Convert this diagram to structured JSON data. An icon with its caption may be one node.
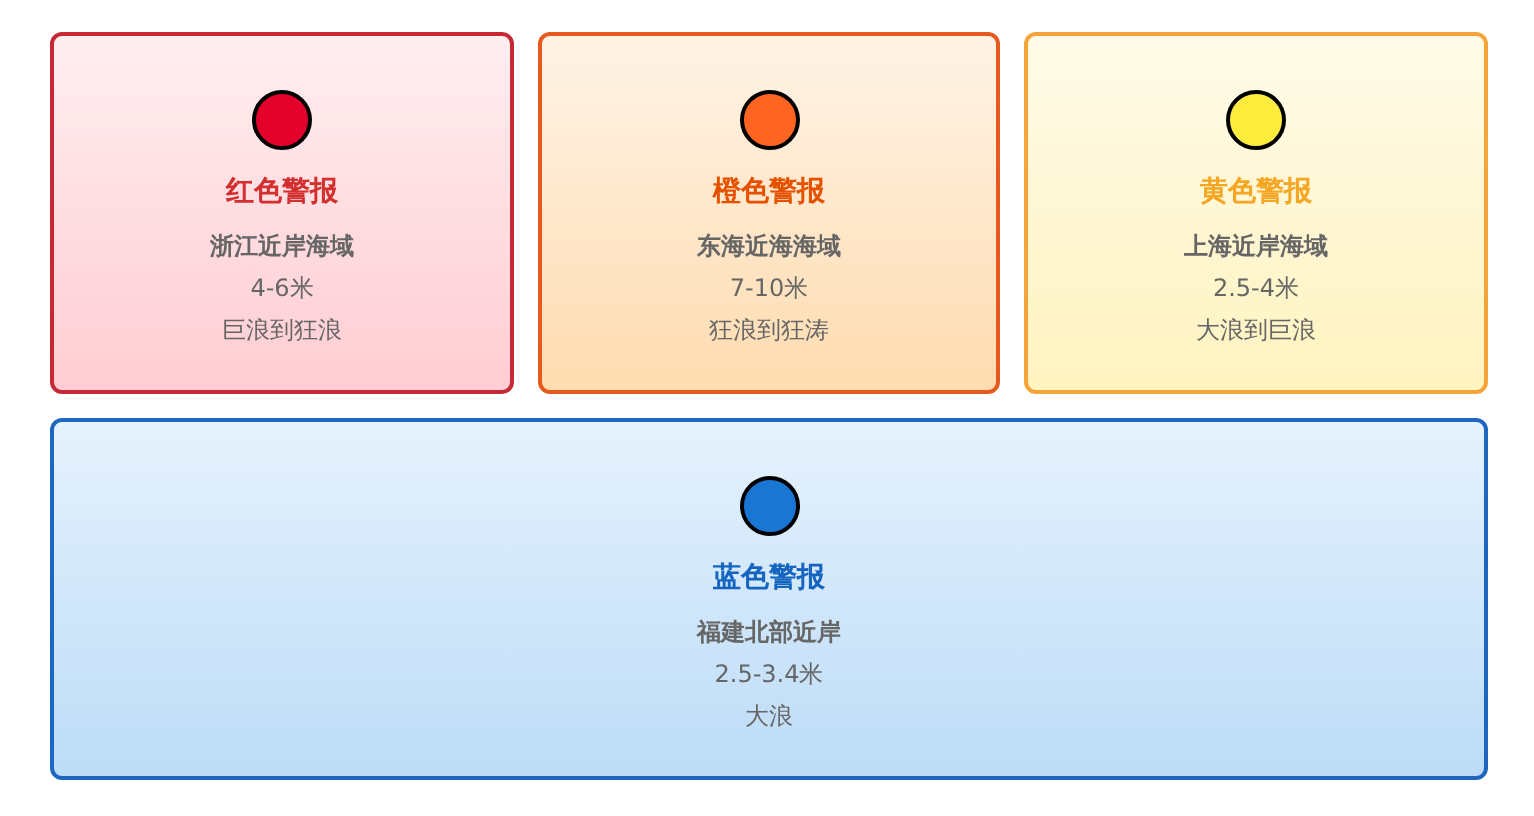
{
  "diagram": {
    "nodes": [
      {
        "text": [
          "红色警报",
          "浙江近岸海域",
          "4-6米",
          "巨浪到狂浪"
        ]
      },
      {
        "text": [
          "橙色警报",
          "东海近海海域",
          "7-10米",
          "狂浪到狂涛"
        ]
      },
      {
        "text": [
          "黄色警报",
          "上海近岸海域",
          "2.5-4米",
          "大浪到巨浪"
        ]
      },
      {
        "text": [
          "蓝色警报",
          "福建北部近岸",
          "2.5-3.4米",
          "大浪"
        ]
      }
    ]
  }
}
